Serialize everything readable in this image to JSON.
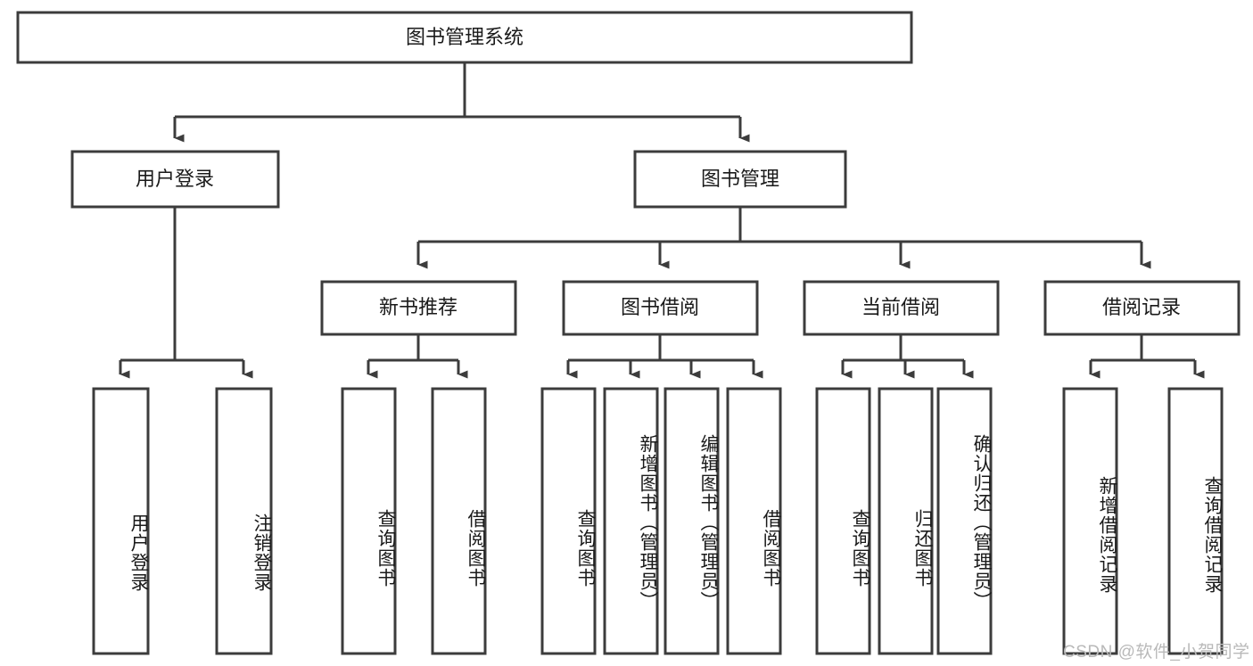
{
  "diagram": {
    "type": "tree-hierarchy-chart",
    "title": "图书管理系统",
    "orientation": "top-down",
    "colors": {
      "stroke": "#3c3c3c",
      "node_fill": "#ffffff",
      "text": "#1a1a1a",
      "background": "#ffffff",
      "watermark": "#b9b9b9"
    },
    "root": {
      "id": "root",
      "label": "图书管理系统",
      "level": 0
    },
    "level1": [
      {
        "id": "user-login",
        "label": "用户登录",
        "level": 1
      },
      {
        "id": "book-management",
        "label": "图书管理",
        "level": 1
      }
    ],
    "level2": [
      {
        "id": "new-book-recommend",
        "label": "新书推荐",
        "level": 2,
        "parent": "book-management"
      },
      {
        "id": "book-borrow",
        "label": "图书借阅",
        "level": 2,
        "parent": "book-management"
      },
      {
        "id": "current-borrow",
        "label": "当前借阅",
        "level": 2,
        "parent": "book-management"
      },
      {
        "id": "borrow-record",
        "label": "借阅记录",
        "level": 2,
        "parent": "book-management"
      }
    ],
    "leaves": [
      {
        "id": "leaf-user-login",
        "label": "用户登录",
        "parent": "user-login"
      },
      {
        "id": "leaf-user-logout",
        "label": "注销登录",
        "parent": "user-login"
      },
      {
        "id": "leaf-query-book-1",
        "label": "查询图书",
        "parent": "new-book-recommend"
      },
      {
        "id": "leaf-borrow-book-1",
        "label": "借阅图书",
        "parent": "new-book-recommend"
      },
      {
        "id": "leaf-query-book-2",
        "label": "查询图书",
        "parent": "book-borrow"
      },
      {
        "id": "leaf-add-book",
        "label": "新增图书（管理员）",
        "parent": "book-borrow"
      },
      {
        "id": "leaf-edit-book",
        "label": "编辑图书（管理员）",
        "parent": "book-borrow"
      },
      {
        "id": "leaf-borrow-book-2",
        "label": "借阅图书",
        "parent": "book-borrow"
      },
      {
        "id": "leaf-query-book-3",
        "label": "查询图书",
        "parent": "current-borrow"
      },
      {
        "id": "leaf-return-book",
        "label": "归还图书",
        "parent": "current-borrow"
      },
      {
        "id": "leaf-confirm-return",
        "label": "确认归还（管理员）",
        "parent": "current-borrow"
      },
      {
        "id": "leaf-add-record",
        "label": "新增借阅记录",
        "parent": "borrow-record"
      },
      {
        "id": "leaf-query-record",
        "label": "查询借阅记录",
        "parent": "borrow-record"
      }
    ]
  },
  "watermark": {
    "text": "CSDN @软件_小贺同学"
  }
}
